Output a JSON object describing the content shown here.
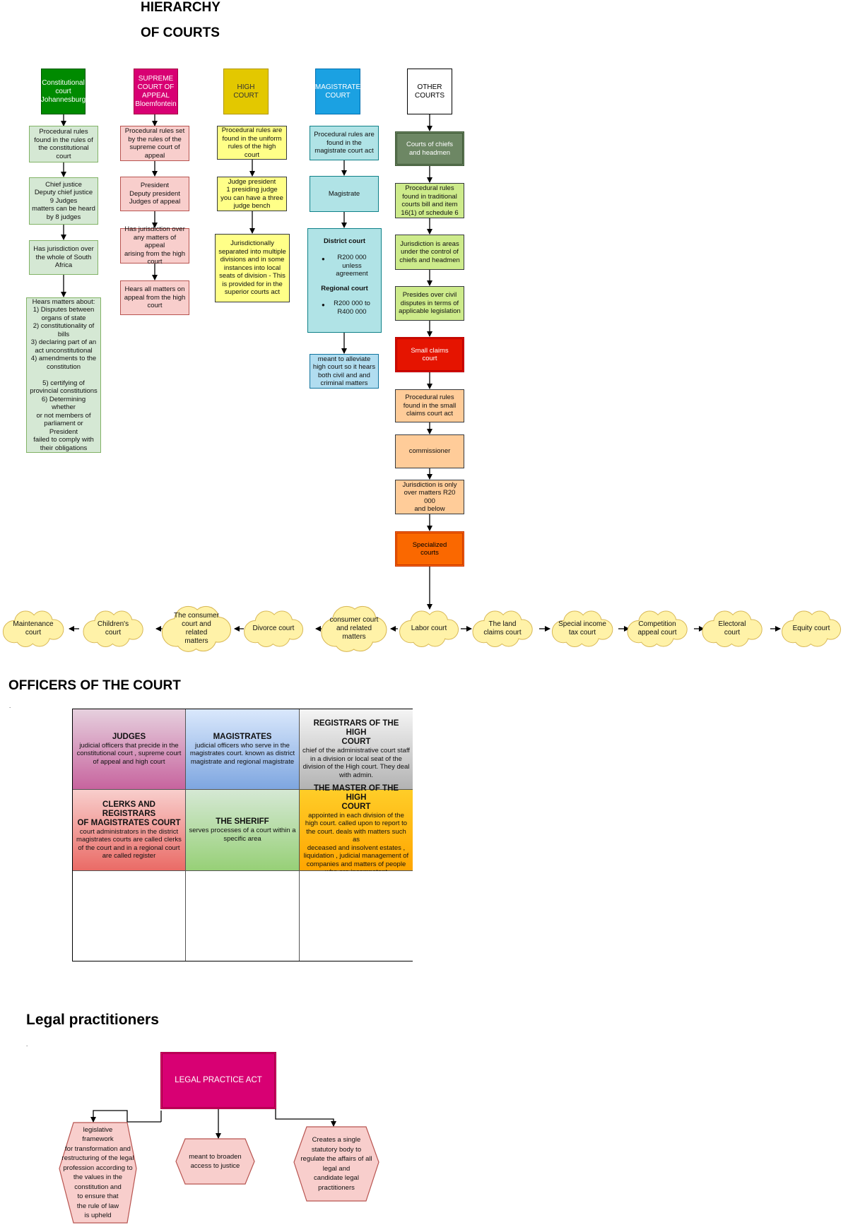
{
  "titles": {
    "hierarchy_1": "HIERARCHY",
    "hierarchy_2": "OF COURTS",
    "officers": "OFFICERS OF THE COURT",
    "practitioners": "Legal practitioners",
    "dot": "."
  },
  "columns": {
    "constitutional": {
      "head": "Constitutional\ncourt\nJohannesburg",
      "boxes": [
        "Procedural rules\nfound in the rules of\nthe constitutional\ncourt",
        "Chief justice\nDeputy chief justice\n9 Judges\nmatters can be heard\nby 8 judges",
        "Has jurisdiction over\nthe whole of South\nAfrica",
        "Hears matters about:\n1) Disputes between\norgans of state\n2) constitutionality of\nbills\n3) declaring part of an\nact unconstitutional\n4) amendments to the\nconstitution\n\n5) certifying of\nprovincial constitutions\n6) Determining whether\nor not members of\nparliament or President\nfailed to comply with\ntheir obligations"
      ]
    },
    "sca": {
      "head": "SUPREME\nCOURT OF\nAPPEAL\nBloemfontein",
      "boxes": [
        "Procedural rules set\nby the rules of the\nsupreme court of\nappeal",
        "President\nDeputy president\nJudges of appeal",
        "Has jurisdiction over\nany matters of appeal\narising from the high\ncourt",
        "Hears all matters on\nappeal from the high\ncourt"
      ]
    },
    "high": {
      "head": "HIGH\nCOURT",
      "boxes": [
        "Procedural rules are\nfound in the uniform\nrules of the high\ncourt",
        "Judge president\n1 presiding judge\nyou can have a three\njudge bench",
        "Jurisdictionally\nseparated into multiple\ndivisions and in some\ninstances into local\nseats of division - This\nis provided for in the\nsuperior courts act"
      ]
    },
    "magistrate": {
      "head": "MAGISTRATE\nCOURT",
      "boxes": [
        "Procedural rules are\nfound in the\nmagistrate court act",
        "Magistrate"
      ],
      "district_label": "District court",
      "district_value": "R200 000\nunless\nagreement",
      "regional_label": "Regional court",
      "regional_value": "R200 000 to\nR400 000",
      "bottom": "meant to alleviate\nhigh court so it hears\nboth civil and and\ncriminal matters"
    },
    "other": {
      "head": "OTHER\nCOURTS",
      "chiefs": "Courts of chiefs\nand headmen",
      "chiefs_boxes": [
        "Procedural rules\nfound in traditional\ncourts bill and item\n16(1) of schedule 6",
        "Jurisdiction is areas\nunder the control of\nchiefs and headmen",
        "Presides over civil\ndisputes in terms of\napplicable legislation"
      ],
      "small_claims": "Small claims\ncourt",
      "small_boxes": [
        "Procedural rules\nfound in the small\nclaims court act",
        "commissioner",
        "Jurisdiction is only\nover matters R20 000\nand below"
      ],
      "specialized": "Specialized\ncourts"
    }
  },
  "clouds": [
    "Maintenance\ncourt",
    "Children's\ncourt",
    "The consumer\ncourt and\nrelated\nmatters",
    "Divorce court",
    "consumer court\nand related\nmatters",
    "Labor court",
    "The land\nclaims court",
    "Special income\ntax court",
    "Competition\nappeal court",
    "Electoral\ncourt",
    "Equity court"
  ],
  "officers": [
    {
      "title": "JUDGES",
      "text": "judicial officers that precide in the\nconstitutional court , supreme court\nof appeal and high court"
    },
    {
      "title": "MAGISTRATES",
      "text": "judicial officers who serve in the\nmagistrates court. known as district\nmagistrate and regional magistrate"
    },
    {
      "title": "REGISTRARS OF THE HIGH\nCOURT",
      "text": "chief of the administrative court staff\nin a division or local seat of the\ndivision of the High court. They deal\nwith admin."
    },
    {
      "title": "CLERKS AND REGISTRARS\nOF MAGISTRATES COURT",
      "text": "court administrators in the district\nmagistrates courts are called clerks\nof the court and in a regional court\nare called register"
    },
    {
      "title": "THE SHERIFF",
      "text": "serves processes of a court within a\nspecific area"
    },
    {
      "title": "THE MASTER OF THE HIGH\nCOURT",
      "text": "appointed in each division of the\nhigh court. called upon to report to\nthe court. deals with matters such as\ndeceased and  insolvent estates ,\nliquidation , judicial management of\ncompanies and matters of people\nwho are incompetent"
    }
  ],
  "legal": {
    "act": "LEGAL PRACTICE ACT",
    "hexes": [
      "legislative\nframework\nfor transformation and\nrestructuring of the legal\nprofession according to\nthe values in the\nconstitution and\nto ensure that\nthe rule of law\nis upheld",
      "meant to broaden\naccess to justice",
      "Creates a single\nstatutory body to\nregulate the affairs of all\nlegal and\ncandidate legal\npractitioners"
    ]
  },
  "colors": {
    "green_dark": "#008a00",
    "pink": "#d80073",
    "yellow": "#e3c800",
    "blue": "#1ba1e2",
    "green_light": "#d5e8d4",
    "red_light": "#f8cecc",
    "yellow_light": "#ffff88",
    "cyan_light": "#b0e3e6",
    "sky": "#b1ddf0",
    "olive": "#6d8764",
    "lime": "#cdeb8b",
    "red": "#e51400",
    "peach": "#ffcc99",
    "orange": "#fa6800",
    "cloud": "#fff2a8"
  }
}
